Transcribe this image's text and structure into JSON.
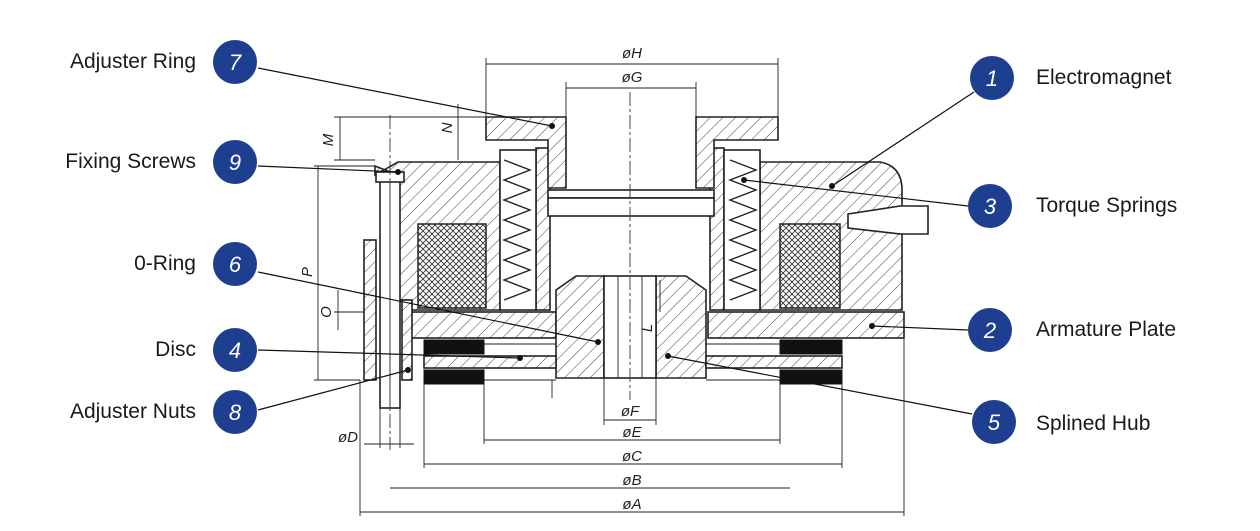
{
  "callouts": [
    {
      "num": "7",
      "label": "Adjuster Ring"
    },
    {
      "num": "9",
      "label": "Fixing Screws"
    },
    {
      "num": "6",
      "label": "0-Ring"
    },
    {
      "num": "4",
      "label": "Disc"
    },
    {
      "num": "8",
      "label": "Adjuster Nuts"
    },
    {
      "num": "1",
      "label": "Electromagnet"
    },
    {
      "num": "3",
      "label": "Torque Springs"
    },
    {
      "num": "2",
      "label": "Armature Plate"
    },
    {
      "num": "5",
      "label": "Splined Hub"
    }
  ],
  "dimensions": {
    "H": "øH",
    "G": "øG",
    "F": "øF",
    "E": "øE",
    "C": "øC",
    "B": "øB",
    "A": "øA",
    "D": "øD",
    "M": "M",
    "N": "N",
    "P": "P",
    "O": "O",
    "L": "L"
  },
  "colors": {
    "badge": "#1e3f8f",
    "line": "#222222"
  }
}
